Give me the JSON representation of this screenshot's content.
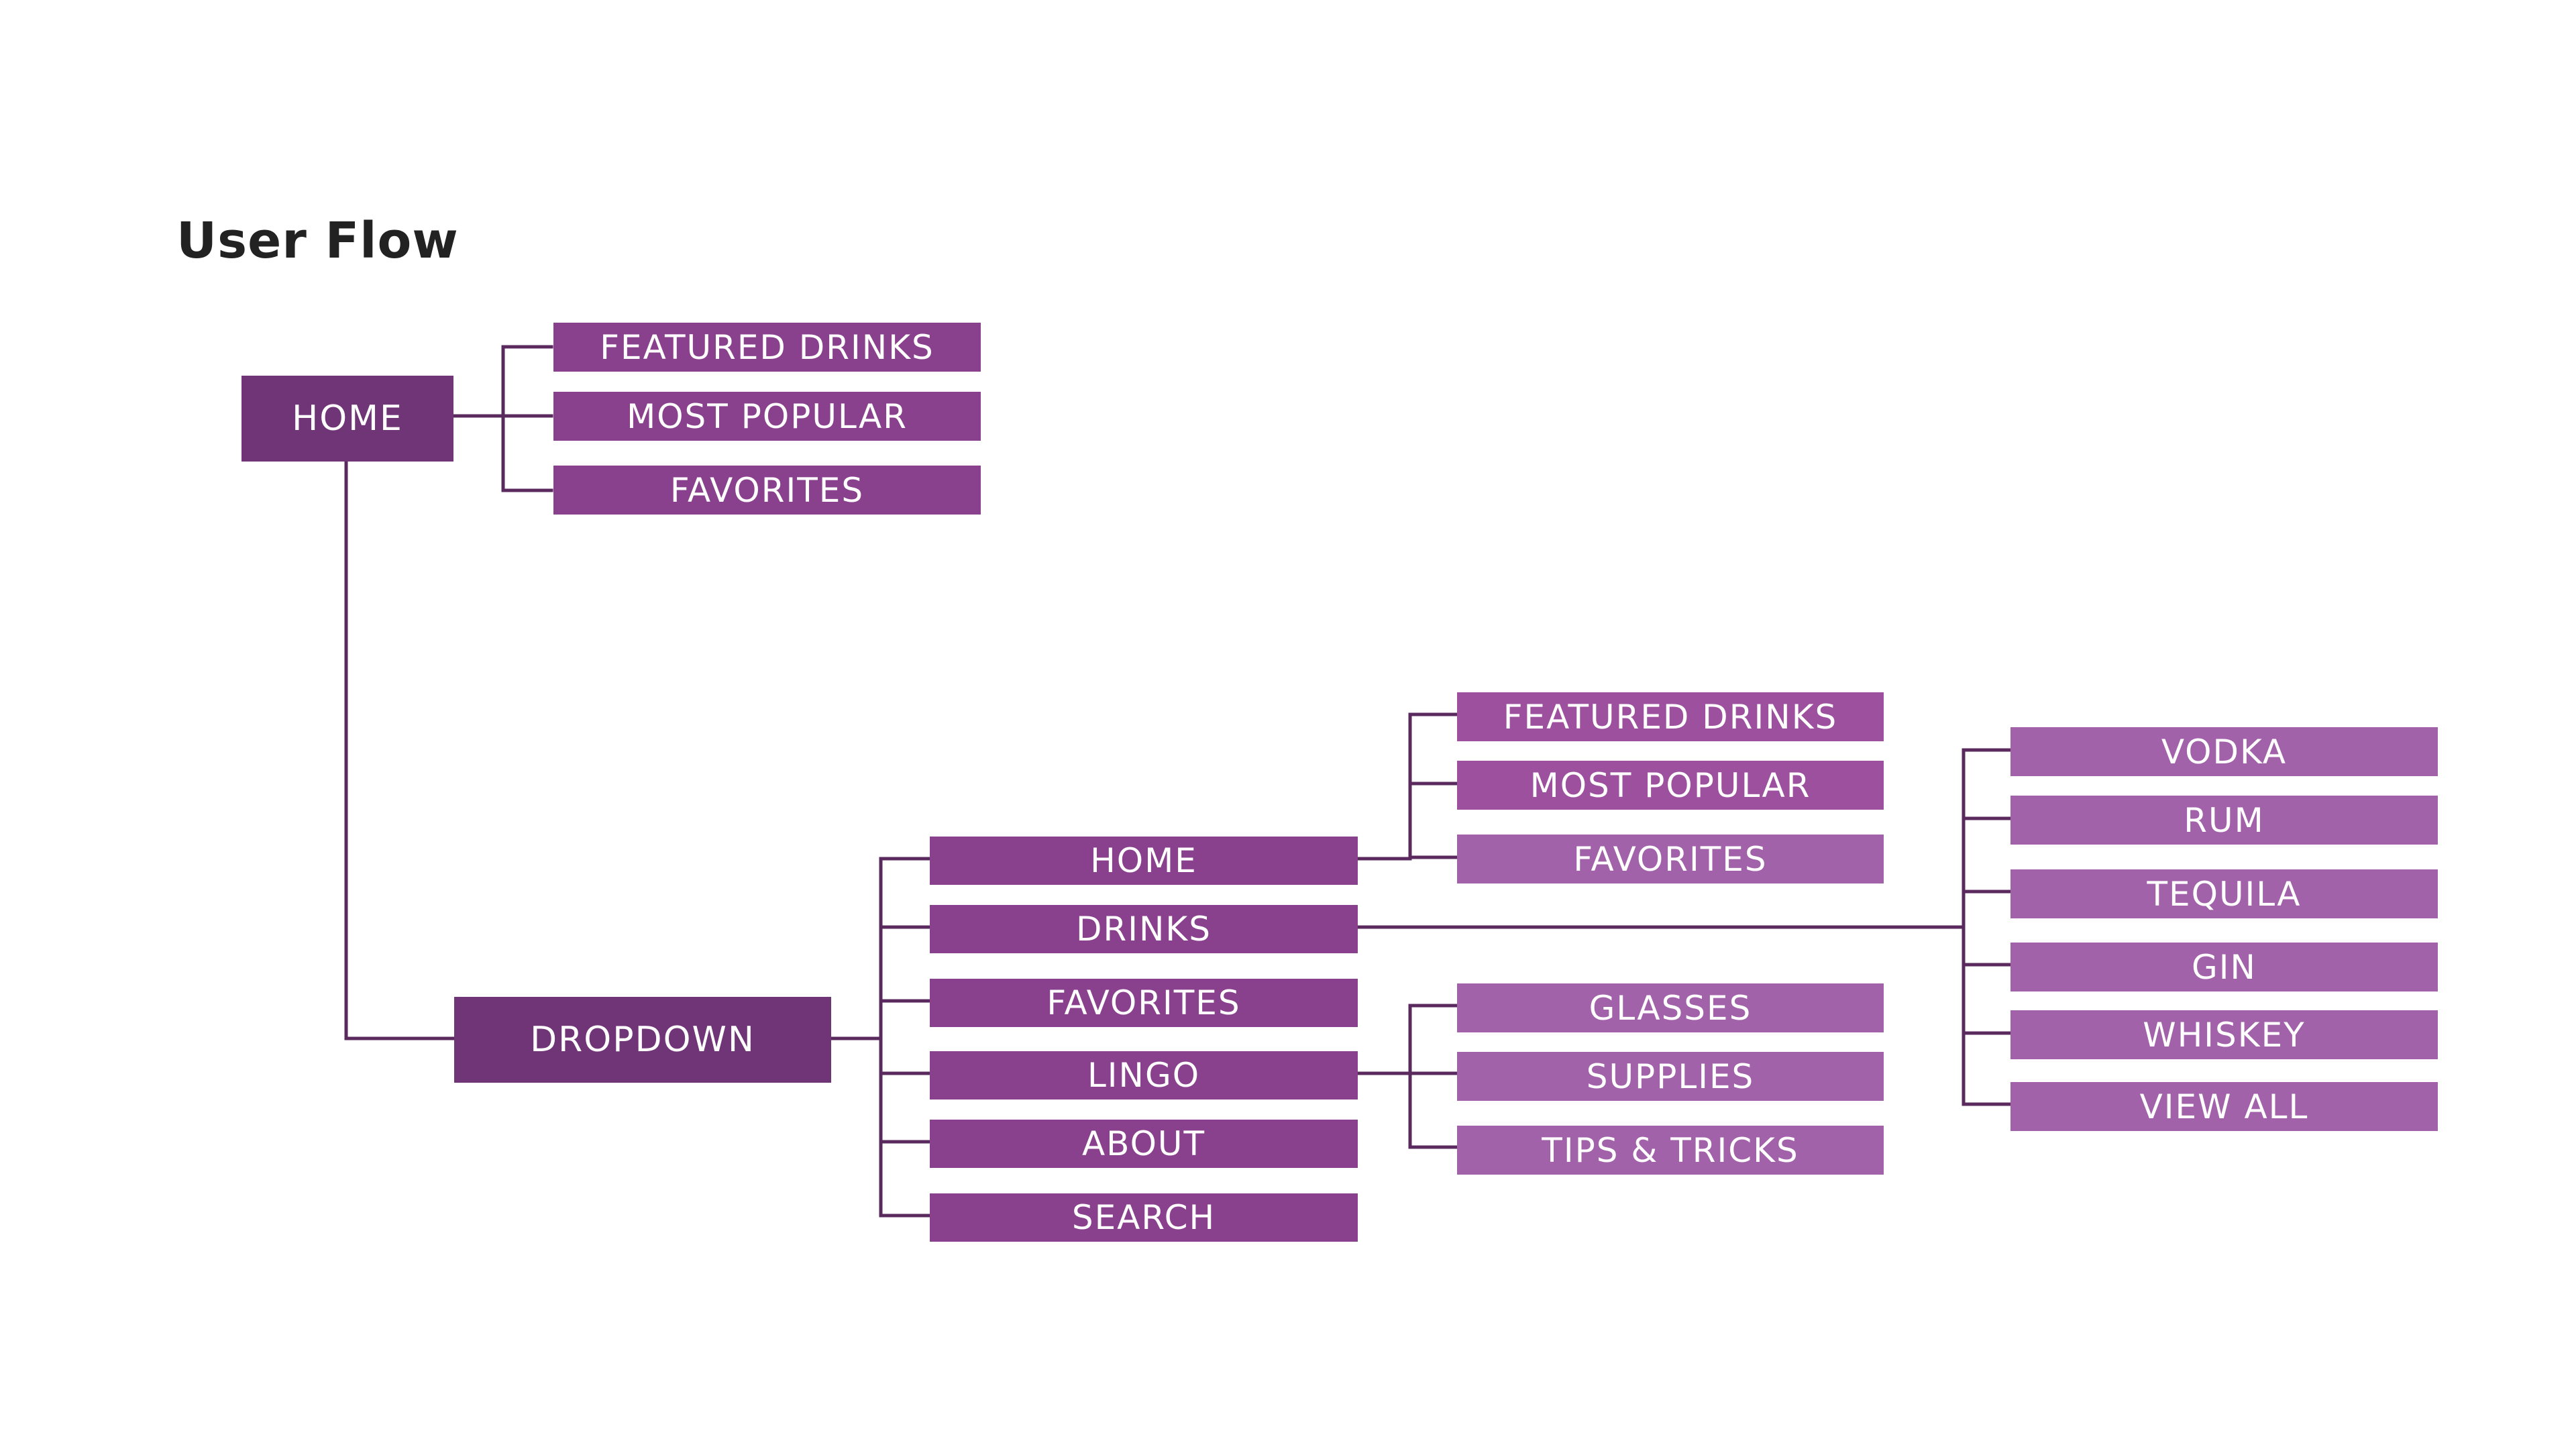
{
  "title": "User Flow",
  "colors": {
    "root": "#703576",
    "level_1": "#8a418d",
    "level_2": "#9c509d",
    "level_3": "#a262a9",
    "connector": "#5a2a5e",
    "title_text": "#222222",
    "node_text": "#ffffff"
  },
  "home_section": {
    "root": "HOME",
    "children": [
      "FEATURED DRINKS",
      "MOST POPULAR",
      "FAVORITES"
    ]
  },
  "dropdown_section": {
    "root": "DROPDOWN",
    "menu": [
      "HOME",
      "DRINKS",
      "FAVORITES",
      "LINGO",
      "ABOUT",
      "SEARCH"
    ],
    "home_children": [
      "FEATURED DRINKS",
      "MOST POPULAR",
      "FAVORITES"
    ],
    "lingo_children": [
      "GLASSES",
      "SUPPLIES",
      "TIPS & TRICKS"
    ],
    "drinks_children": [
      "VODKA",
      "RUM",
      "TEQUILA",
      "GIN",
      "WHISKEY",
      "VIEW ALL"
    ]
  }
}
